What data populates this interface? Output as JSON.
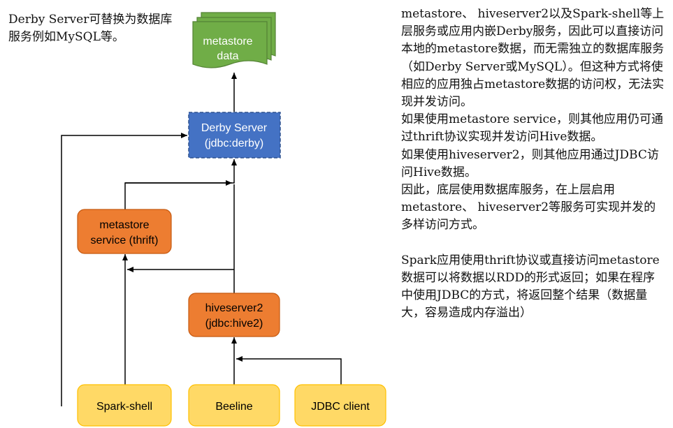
{
  "note_top_left": "Derby Server可替换为数据库服务例如MySQL等。",
  "nodes": {
    "metastore_data": [
      "metastore",
      "data"
    ],
    "derby_server": [
      "Derby Server",
      "(jdbc:derby)"
    ],
    "metastore_service": [
      "metastore",
      "service (thrift)"
    ],
    "hiveserver2": [
      "hiveserver2",
      "(jdbc:hive2)"
    ],
    "spark_shell": [
      "Spark-shell"
    ],
    "beeline": [
      "Beeline"
    ],
    "jdbc_client": [
      "JDBC client"
    ]
  },
  "side_text": {
    "para1": "metastore、 hiveserver2以及Spark-shell等上层服务或应用内嵌Derby服务，因此可以直接访问本地的metastore数据，而无需独立的数据库服务（如Derby Server或MySQL）。但这种方式将使相应的应用独占metastore数据的访问权，无法实现并发访问。",
    "para2": "如果使用metastore service，则其他应用仍可通过thrift协议实现并发访问Hive数据。",
    "para3": "如果使用hiveserver2，则其他应用通过JDBC访问Hive数据。",
    "para4": "因此，底层使用数据库服务，在上层启用metastore、 hiveserver2等服务可实现并发的多样访问方式。",
    "para5": "Spark应用使用thrift协议或直接访问metastore数据可以将数据以RDD的形式返回；如果在程序中使用JDBC的方式，将返回整个结果（数据量大，容易造成内存溢出）"
  },
  "colors": {
    "data_green": "#70AD47",
    "derby_blue": "#4472C4",
    "service_orange": "#ED7D31",
    "client_fill": "#FFD966",
    "client_border": "#FFC000"
  }
}
